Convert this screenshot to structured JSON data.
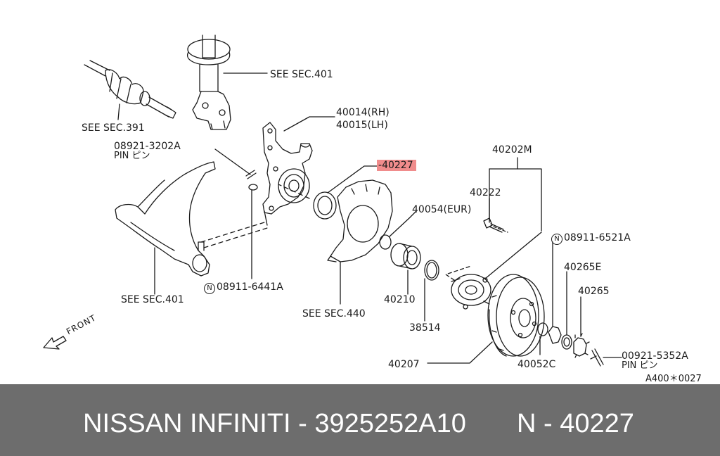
{
  "labels": {
    "see_sec_401_top": "SEE SEC.401",
    "see_sec_391": "SEE SEC.391",
    "part_40014": "40014(RH)",
    "part_40015": "40015(LH)",
    "part_08921_3202a": "08921-3202A",
    "pin_1": "PIN ピン",
    "part_40227": "40227",
    "part_40202m": "40202M",
    "part_40222": "40222",
    "part_40054": "40054(EUR)",
    "part_08911_6521a": "08911-6521A",
    "part_40265e": "40265E",
    "part_40265": "40265",
    "part_40210": "40210",
    "see_sec_401_bottom": "SEE SEC.401",
    "part_08911_6441a": "08911-6441A",
    "see_sec_440": "SEE SEC.440",
    "part_38514": "38514",
    "part_40207": "40207",
    "part_40052c": "40052C",
    "part_00921_5352a": "00921-5352A",
    "pin_2": "PIN ピン",
    "front": "FRONT",
    "drawing_code": "A400＊0027",
    "circled_n": "N"
  },
  "footer": {
    "brand_text": "NISSAN  INFINITI - 3925252A10",
    "part_text": "N - 40227"
  },
  "colors": {
    "highlight": "#f08c8c",
    "footer_bg": "#6d6d6d",
    "line": "#1a1a1a"
  }
}
